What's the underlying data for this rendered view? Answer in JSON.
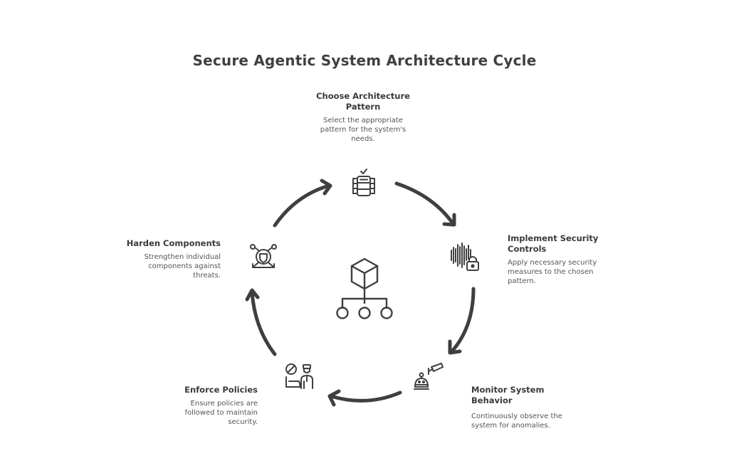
{
  "title": "Secure Agentic System Architecture Cycle",
  "colors": {
    "background": "#ffffff",
    "ink": "#3f3f3f",
    "muted_text": "#555555"
  },
  "center_icon": "hierarchy-cube-icon",
  "steps": [
    {
      "heading": "Choose Architecture Pattern",
      "heading_lines": [
        "Choose Architecture",
        "Pattern"
      ],
      "description_lines": [
        "Select the appropriate",
        "pattern for the system's",
        "needs."
      ],
      "icon": "database-check-icon"
    },
    {
      "heading": "Implement Security Controls",
      "heading_lines": [
        "Implement Security",
        "Controls"
      ],
      "description_lines": [
        "Apply necessary security",
        "measures to the chosen",
        "pattern."
      ],
      "icon": "soundwave-lock-icon"
    },
    {
      "heading": "Monitor System Behavior",
      "heading_lines": [
        "Monitor System",
        "Behavior"
      ],
      "description_lines": [
        "Continuously observe the",
        "system for anomalies."
      ],
      "icon": "security-camera-alarm-icon"
    },
    {
      "heading": "Enforce Policies",
      "heading_lines": [
        "Enforce Policies"
      ],
      "description_lines": [
        "Ensure policies are",
        "followed to maintain",
        "security."
      ],
      "icon": "officer-prohibited-icon"
    },
    {
      "heading": "Harden Components",
      "heading_lines": [
        "Harden Components"
      ],
      "description_lines": [
        "Strengthen individual",
        "components against",
        "threats."
      ],
      "icon": "shield-network-icon"
    }
  ]
}
